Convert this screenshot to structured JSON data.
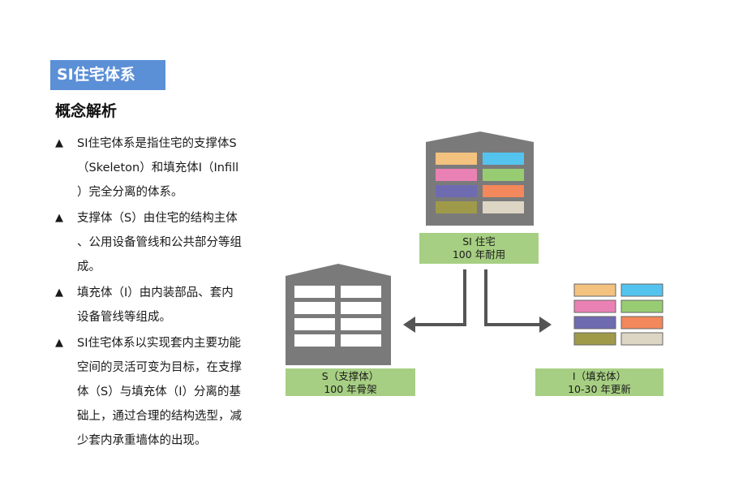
{
  "header": {
    "title": "SI住宅体系"
  },
  "section": {
    "heading": "概念解析"
  },
  "bullet_marker": "▲",
  "bullets": [
    {
      "lines": [
        "SI住宅体系是指住宅的支撑体S",
        "（Skeleton）和填充体I（Infill",
        "）完全分离的体系。"
      ]
    },
    {
      "lines": [
        "支撑体（S）由住宅的结构主体",
        "、公用设备管线和公共部分等组",
        "成。"
      ]
    },
    {
      "lines": [
        "填充体（I）由内装部品、套内",
        "设备管线等组成。"
      ]
    },
    {
      "lines": [
        "SI住宅体系以实现套内主要功能",
        "空间的灵活可变为目标，在支撑",
        "体（S）与填充体（I）分离的基",
        "础上，通过合理的结构选型，减",
        "少套内承重墙体的出现。"
      ]
    }
  ],
  "diagram": {
    "top": {
      "line1": "SI 住宅",
      "line2": "100 年耐用"
    },
    "left": {
      "line1": "S（支撑体）",
      "line2": "100 年骨架"
    },
    "right": {
      "line1": "I（填充体）",
      "line2": "10-30 年更新"
    },
    "colors": {
      "house": "#7a7a7a",
      "label_bg": "#a7cf83",
      "infill": [
        "#f3c27f",
        "#54c4ef",
        "#ea81b4",
        "#98cc72",
        "#6f6bb0",
        "#f2885b",
        "#9e9a4a",
        "#ddd6c4"
      ]
    }
  }
}
